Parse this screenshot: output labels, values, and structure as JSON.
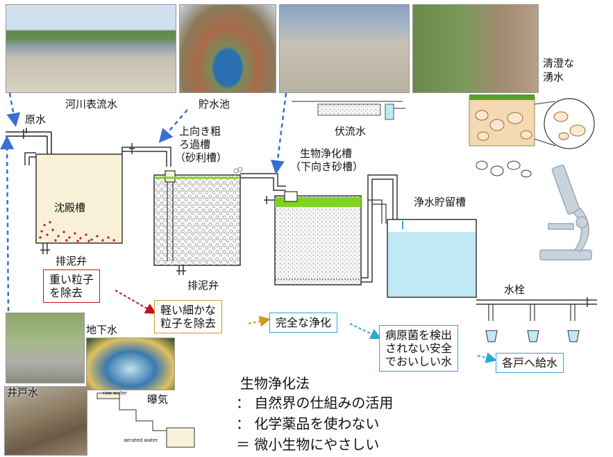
{
  "labels": {
    "river_surface_water": "河川表流水",
    "reservoir": "貯水池",
    "raw_water": "原水",
    "subsurface_flow": "伏流水",
    "clear_spring_line1": "清澄な",
    "clear_spring_line2": "湧水",
    "upflow_line1": "上向き粗",
    "upflow_line2": "ろ過槽",
    "upflow_line3": "（砂利槽）",
    "bio_tank_line1": "生物浄化槽",
    "bio_tank_line2": "（下向き砂槽）",
    "treated_tank": "浄水貯留槽",
    "sedimentation_tank": "沈殿槽",
    "sludge_valve_1": "排泥弁",
    "sludge_valve_2": "排泥弁",
    "hydrant": "水栓",
    "groundwater": "地下水",
    "well_water": "井戸水",
    "aeration": "曝気",
    "raw_water_small": "raw water",
    "aerated_water_small": "aerated water"
  },
  "boxes": {
    "heavy_particles": [
      "重い粒子",
      "を除去"
    ],
    "light_particles": [
      "軽い細かな",
      "粒子を除去"
    ],
    "complete_purification": [
      "完全な浄化"
    ],
    "safe_water": [
      "病原菌を検出",
      "されない安全",
      "でおいしい水"
    ],
    "supply_households": [
      "各戸へ給水"
    ]
  },
  "summary": {
    "title": "生物浄化法",
    "line1": "：  自然界の仕組みの活用",
    "line2": "：  化学薬品を使わない",
    "line3": "＝  微小生物にやさしい"
  },
  "colors": {
    "arrow_blue": "#3a6fd0",
    "arrow_red": "#c0141c",
    "arrow_orange": "#d09a1a",
    "box_red": "#c0141c",
    "box_orange": "#d09a1a",
    "box_cyan": "#2aa7d6",
    "sand_green": "#7ed321",
    "water_blue": "#bfe9f4",
    "sediment_beige": "#f8f1d8"
  }
}
